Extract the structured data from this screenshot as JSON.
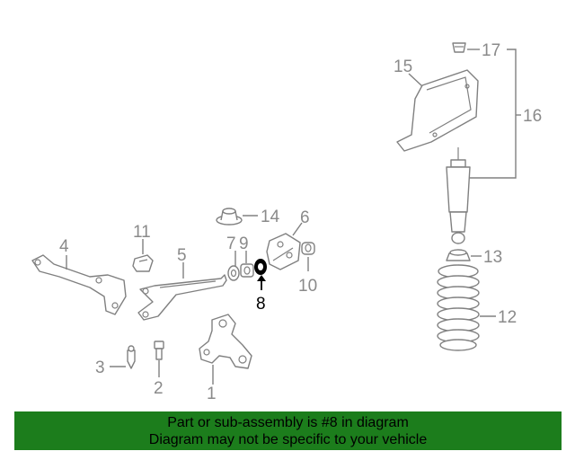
{
  "colors": {
    "banner_bg": "#1c7d1c",
    "part_stroke": "#808080",
    "highlight": "#000000",
    "label_gray": "#8a8a8a"
  },
  "callouts": {
    "c1": "1",
    "c2": "2",
    "c3": "3",
    "c4": "4",
    "c5": "5",
    "c6": "6",
    "c7": "7",
    "c8": "8",
    "c9": "9",
    "c10": "10",
    "c11": "11",
    "c12": "12",
    "c13": "13",
    "c14": "14",
    "c15": "15",
    "c16": "16",
    "c17": "17"
  },
  "highlighted_part": "8",
  "banner": {
    "line1": "Part or sub-assembly is #8 in diagram",
    "line2": "Diagram may not be specific to your vehicle"
  }
}
